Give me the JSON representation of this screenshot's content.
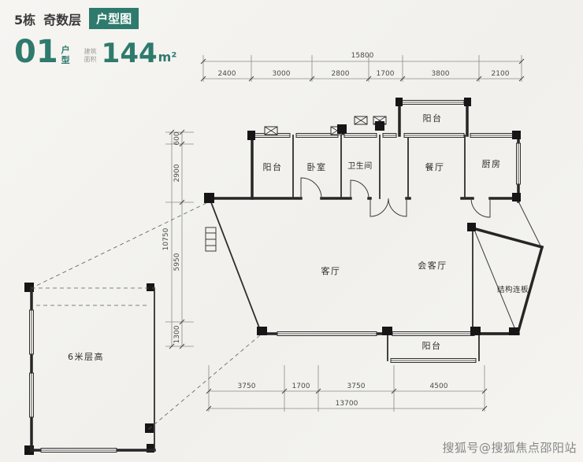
{
  "header": {
    "building": "5栋",
    "floors": "奇数层",
    "tag": "户型图",
    "unit_number": "01",
    "unit_label": "户型",
    "area_prefix": "建筑面积",
    "area_value": "144",
    "area_unit": "m²"
  },
  "plan": {
    "rooms": {
      "balcony_left": "阳台",
      "balcony_terrace": "阳台",
      "bedroom": "卧室",
      "bathroom": "卫生间",
      "dining": "餐厅",
      "kitchen": "厨房",
      "living": "客厅",
      "reception": "会客厅",
      "slab": "结构连板",
      "balcony_bottom": "阳台",
      "annex": "6米层高"
    },
    "dims": {
      "top_total": "15800",
      "top": [
        "2400",
        "3000",
        "2800",
        "1700",
        "3800",
        "2100"
      ],
      "left_total": "10750",
      "left": [
        "600",
        "2900",
        "5950",
        "1300"
      ],
      "bottom": [
        "3750",
        "1700",
        "3750",
        "4500"
      ],
      "bottom_total": "13700"
    }
  },
  "watermark": "搜狐号@搜狐焦点邵阳站",
  "colors": {
    "accent": "#2e7a6c",
    "background": "#f4f3f0",
    "line": "#2e2e2e"
  }
}
